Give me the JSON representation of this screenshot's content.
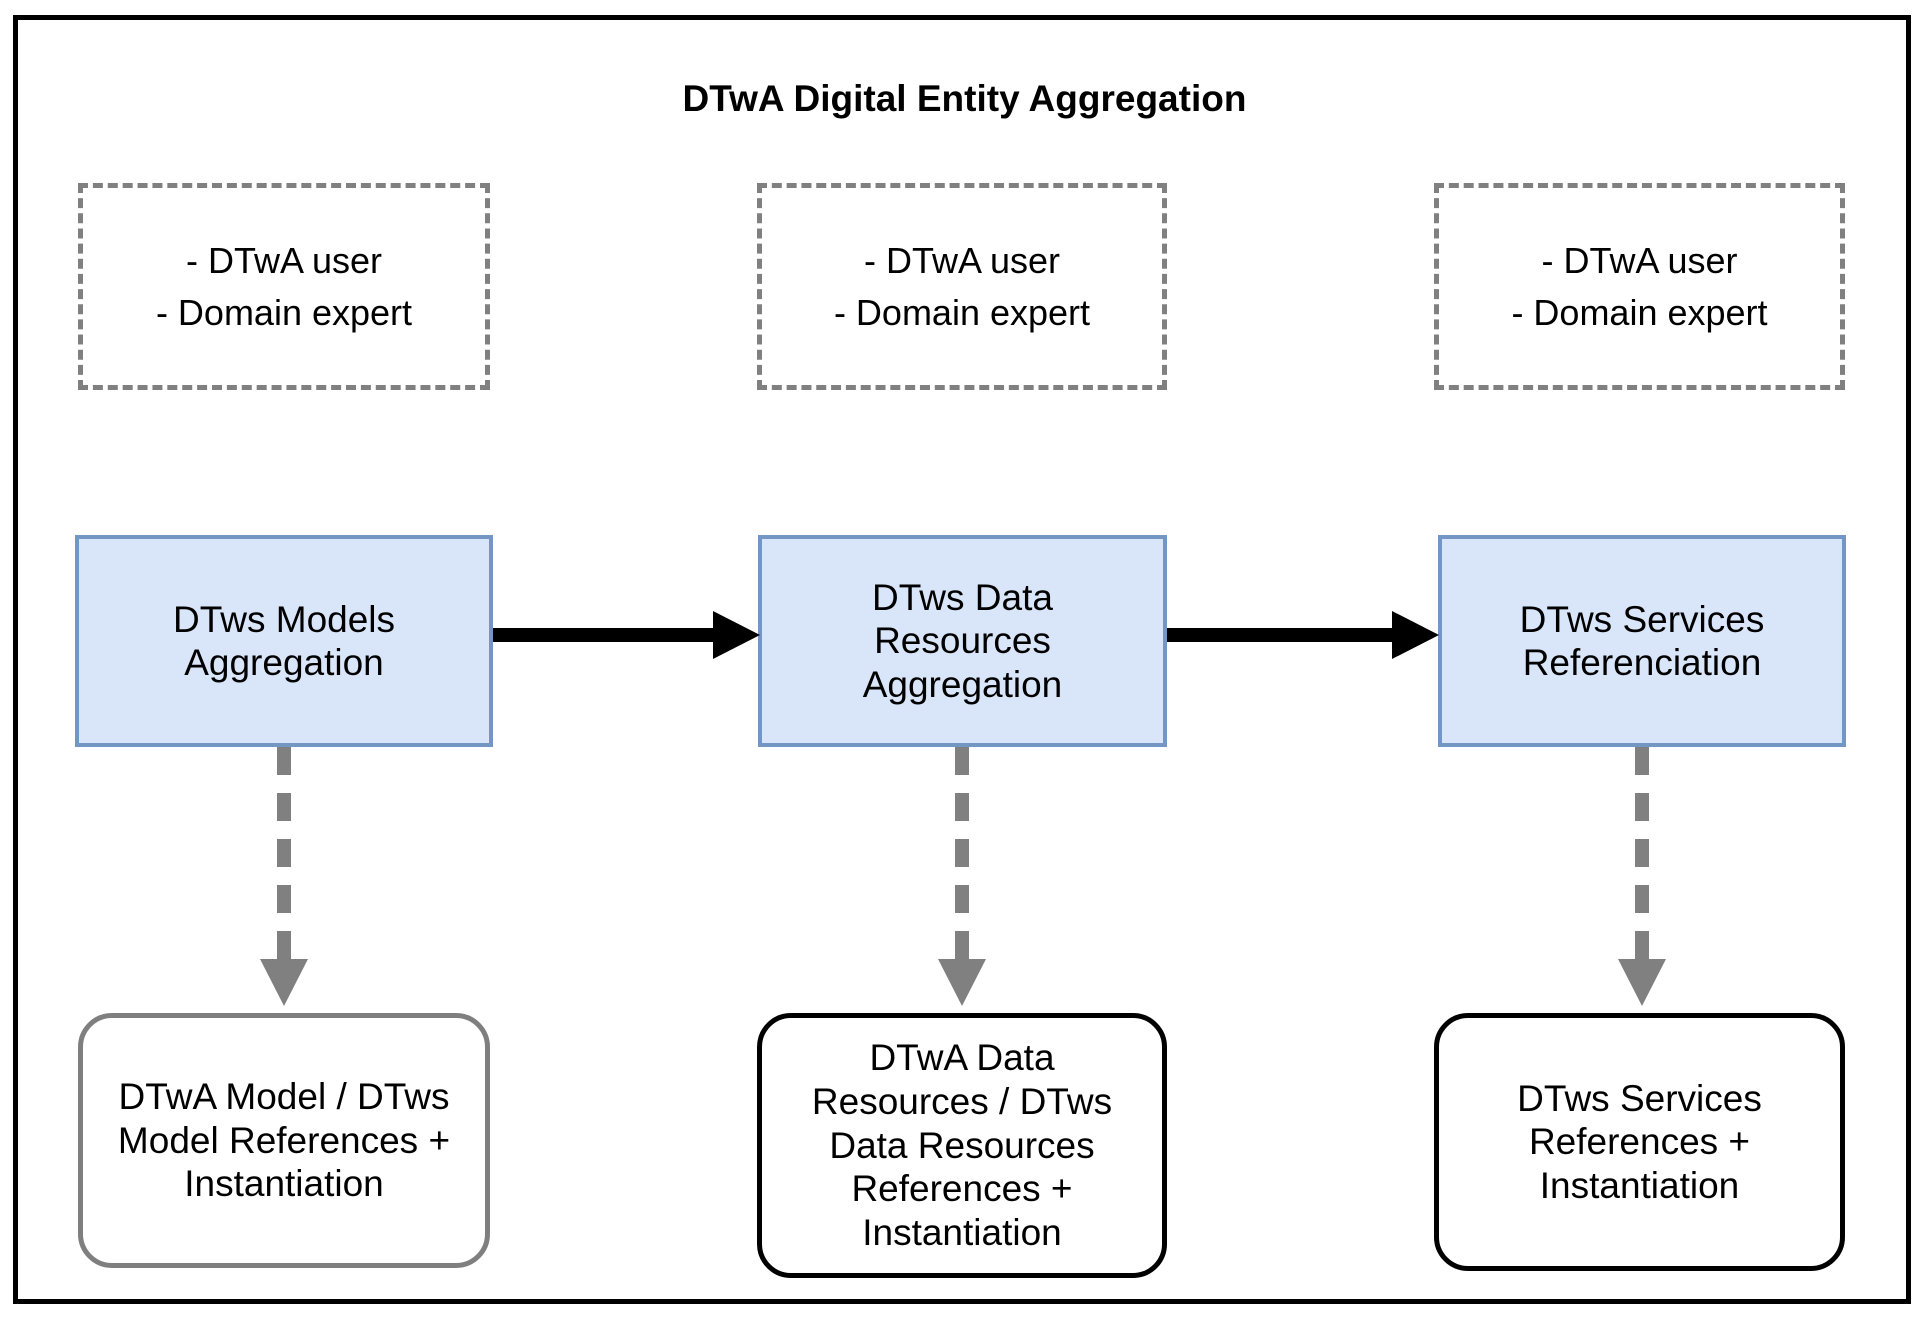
{
  "diagram": {
    "title": "DTwA Digital Entity Aggregation",
    "colors": {
      "process_fill": "#d9e5f8",
      "process_border": "#7496c4",
      "actor_border": "#808080",
      "flow_arrow": "#000000",
      "derive_arrow": "#808080",
      "frame": "#000000",
      "outcome_border_gray": "#7f7f7f",
      "outcome_border_black": "#000000"
    },
    "actors": [
      {
        "line1": "- DTwA user",
        "line2": "- Domain expert"
      },
      {
        "line1": "- DTwA user",
        "line2": "- Domain expert"
      },
      {
        "line1": "- DTwA user",
        "line2": "- Domain expert"
      }
    ],
    "processes": [
      {
        "label": "DTws Models\nAggregation"
      },
      {
        "label": "DTws Data\nResources\nAggregation"
      },
      {
        "label": "DTws Services\nReferenciation"
      }
    ],
    "outcomes": [
      {
        "label": "DTwA Model / DTws\nModel References +\nInstantiation"
      },
      {
        "label": "DTwA Data\nResources / DTws\nData Resources\nReferences +\nInstantiation"
      },
      {
        "label": "DTws Services\nReferences +\nInstantiation"
      }
    ],
    "flow_arrows": [
      {
        "from": "DTws Models Aggregation",
        "to": "DTws Data Resources Aggregation"
      },
      {
        "from": "DTws Data Resources Aggregation",
        "to": "DTws Services Referenciation"
      }
    ],
    "derive_arrows": [
      {
        "from": "DTws Models Aggregation",
        "to": "DTwA Model / DTws Model References + Instantiation"
      },
      {
        "from": "DTws Data Resources Aggregation",
        "to": "DTwA Data Resources / DTws Data Resources References + Instantiation"
      },
      {
        "from": "DTws Services Referenciation",
        "to": "DTws Services References + Instantiation"
      }
    ]
  }
}
